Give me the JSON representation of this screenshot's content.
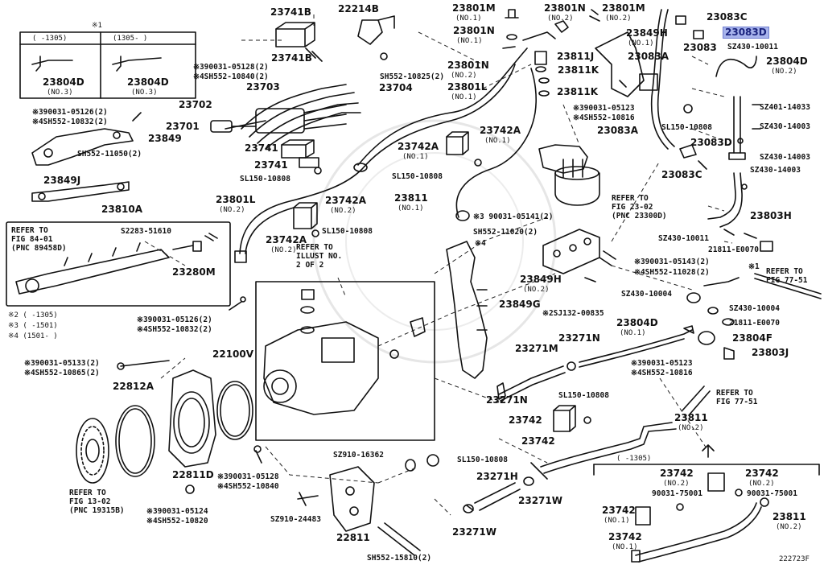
{
  "diagram_id": "222723F",
  "highlighted_part": "23083D",
  "footnote_box": {
    "mark": "※1",
    "col1_header": "(    -1305)",
    "col2_header": "(1305-     )",
    "col1_part": "23804D",
    "col1_note": "(NO.3)",
    "col2_part": "23804D",
    "col2_note": "(NO.3)"
  },
  "notes": {
    "n2": "※2 (    -1305)",
    "n3": "※3 (    -1501)",
    "n4": "※4 (1501-    )"
  },
  "refs": {
    "fig84": [
      "REFER TO",
      "FIG 84-01",
      "(PNC 89458D)"
    ],
    "illust": [
      "REFER TO",
      "ILLUST NO.",
      "2 OF 2"
    ],
    "fig23": [
      "REFER TO",
      "FIG 23-02",
      "(PNC 23300D)"
    ],
    "fig77a": [
      "REFER TO",
      "FIG 77-51"
    ],
    "fig77b": [
      "REFER TO",
      "FIG 77-51"
    ],
    "fig13": [
      "REFER TO",
      "FIG 13-02",
      "(PNC 19315B)"
    ]
  },
  "range_note": "(    -1305)",
  "parts": [
    {
      "id": "p23741B_a",
      "text": "23741B"
    },
    {
      "id": "p22214B",
      "text": "22214B"
    },
    {
      "id": "p23801M_a",
      "text": "23801M"
    },
    {
      "id": "p23801M_a_n",
      "text": "(NO.1)"
    },
    {
      "id": "p23801N_a",
      "text": "23801N"
    },
    {
      "id": "p23801N_a_n",
      "text": "(NO.2)"
    },
    {
      "id": "p23801M_b",
      "text": "23801M"
    },
    {
      "id": "p23801M_b_n",
      "text": "(NO.2)"
    },
    {
      "id": "p23083C_a",
      "text": "23083C"
    },
    {
      "id": "p23083D_a",
      "text": "23083D"
    },
    {
      "id": "p23801N_b",
      "text": "23801N"
    },
    {
      "id": "p23801N_b_n",
      "text": "(NO.1)"
    },
    {
      "id": "p23849H_a",
      "text": "23849H"
    },
    {
      "id": "p23849H_a_n",
      "text": "(NO.1)"
    },
    {
      "id": "p23083",
      "text": "23083"
    },
    {
      "id": "pSZ430_10011a",
      "text": "SZ430-10011"
    },
    {
      "id": "p23741B_b",
      "text": "23741B"
    },
    {
      "id": "p390031_05128a",
      "text": "※390031-05128(2)"
    },
    {
      "id": "p4SH552_10840a",
      "text": "※4SH552-10840(2)"
    },
    {
      "id": "pSH552_10825",
      "text": "SH552-10825(2)"
    },
    {
      "id": "p23801N_c",
      "text": "23801N"
    },
    {
      "id": "p23801N_c_n",
      "text": "(NO.2)"
    },
    {
      "id": "p23811J",
      "text": "23811J"
    },
    {
      "id": "p23083A_a",
      "text": "23083A"
    },
    {
      "id": "p23804D_b",
      "text": "23804D"
    },
    {
      "id": "p23804D_b_n",
      "text": "(NO.2)"
    },
    {
      "id": "p23703",
      "text": "23703"
    },
    {
      "id": "p23704",
      "text": "23704"
    },
    {
      "id": "p23801L_a",
      "text": "23801L"
    },
    {
      "id": "p23801L_a_n",
      "text": "(NO.1)"
    },
    {
      "id": "p23811K_a",
      "text": "23811K"
    },
    {
      "id": "p23811K_b",
      "text": "23811K"
    },
    {
      "id": "pSZ401_14033",
      "text": "SZ401-14033"
    },
    {
      "id": "p23702",
      "text": "23702"
    },
    {
      "id": "p390031_05123a",
      "text": "※390031-05123"
    },
    {
      "id": "p4SH552_10816a",
      "text": "※4SH552-10816"
    },
    {
      "id": "pSZ430_14003a",
      "text": "SZ430-14003"
    },
    {
      "id": "p390031_05126a",
      "text": "※390031-05126(2)"
    },
    {
      "id": "p4SH552_10832a",
      "text": "※4SH552-10832(2)"
    },
    {
      "id": "p23701",
      "text": "23701"
    },
    {
      "id": "p23742A_a",
      "text": "23742A"
    },
    {
      "id": "p23742A_a_n",
      "text": "(NO.1)"
    },
    {
      "id": "pSL150_10808a",
      "text": "SL150-10808"
    },
    {
      "id": "p23083A_b",
      "text": "23083A"
    },
    {
      "id": "p23849",
      "text": "23849"
    },
    {
      "id": "p23741_a",
      "text": "23741"
    },
    {
      "id": "p23742A_b",
      "text": "23742A"
    },
    {
      "id": "p23742A_b_n",
      "text": "(NO.1)"
    },
    {
      "id": "p23083D_b",
      "text": "23083D"
    },
    {
      "id": "pSZ430_14003b",
      "text": "SZ430-14003"
    },
    {
      "id": "pSH552_11050",
      "text": "SH552-11050(2)"
    },
    {
      "id": "p23741_b",
      "text": "23741"
    },
    {
      "id": "pSL150_10808b",
      "text": "SL150-10808"
    },
    {
      "id": "p23083C_b",
      "text": "23083C"
    },
    {
      "id": "pSZ430_14003c",
      "text": "SZ430-14003"
    },
    {
      "id": "p23849J",
      "text": "23849J"
    },
    {
      "id": "pSL150_10808c",
      "text": "SL150-10808"
    },
    {
      "id": "p23801L_b",
      "text": "23801L"
    },
    {
      "id": "p23801L_b_n",
      "text": "(NO.2)"
    },
    {
      "id": "p23742A_c",
      "text": "23742A"
    },
    {
      "id": "p23742A_c_n",
      "text": "(NO.2)"
    },
    {
      "id": "p23811",
      "text": "23811"
    },
    {
      "id": "p23811_n",
      "text": "(NO.1)"
    },
    {
      "id": "p23810A",
      "text": "23810A"
    },
    {
      "id": "pSL150_10808d",
      "text": "SL150-10808"
    },
    {
      "id": "p3_90031_05141",
      "text": "※3   90031-05141(2)"
    },
    {
      "id": "pSH552_11020",
      "text": "SH552-11020(2)"
    },
    {
      "id": "p23803H",
      "text": "23803H"
    },
    {
      "id": "pS2283_51610",
      "text": "S2283-51610"
    },
    {
      "id": "p23742A_d",
      "text": "23742A"
    },
    {
      "id": "p23742A_d_n",
      "text": "(NO.2)"
    },
    {
      "id": "pSZ430_10011b",
      "text": "SZ430-10011"
    },
    {
      "id": "p21811_E0070a",
      "text": "21811-E0070"
    },
    {
      "id": "p4mark",
      "text": "※4"
    },
    {
      "id": "p23280M",
      "text": "23280M"
    },
    {
      "id": "p390031_05143",
      "text": "※390031-05143(2)"
    },
    {
      "id": "p4SH552_11028",
      "text": "※4SH552-11028(2)"
    },
    {
      "id": "pmark1",
      "text": "※1"
    },
    {
      "id": "p23849H_b",
      "text": "23849H"
    },
    {
      "id": "p23849H_b_n",
      "text": "(NO.2)"
    },
    {
      "id": "pSZ430_10004a",
      "text": "SZ430-10004"
    },
    {
      "id": "p23849G",
      "text": "23849G"
    },
    {
      "id": "pSZ430_10004b",
      "text": "SZ430-10004"
    },
    {
      "id": "p2SJ132_00835",
      "text": "※2SJ132-00835"
    },
    {
      "id": "p21811_E0070b",
      "text": "21811-E0070"
    },
    {
      "id": "p390031_05126b",
      "text": "※390031-05126(2)"
    },
    {
      "id": "p4SH552_10832b",
      "text": "※4SH552-10832(2)"
    },
    {
      "id": "p23804D_c",
      "text": "23804D"
    },
    {
      "id": "p23804D_c_n",
      "text": "(NO.1)"
    },
    {
      "id": "p23804F",
      "text": "23804F"
    },
    {
      "id": "p23271M",
      "text": "23271M"
    },
    {
      "id": "p23271N_a",
      "text": "23271N"
    },
    {
      "id": "p23803J",
      "text": "23803J"
    },
    {
      "id": "p390031_05133",
      "text": "※390031-05133(2)"
    },
    {
      "id": "p4SH552_10865",
      "text": "※4SH552-10865(2)"
    },
    {
      "id": "p22100V",
      "text": "22100V"
    },
    {
      "id": "p390031_05123b",
      "text": "※390031-05123"
    },
    {
      "id": "p4SH552_10816b",
      "text": "※4SH552-10816"
    },
    {
      "id": "p23271N_b",
      "text": "23271N"
    },
    {
      "id": "p22812A",
      "text": "22812A"
    },
    {
      "id": "pSL150_10808e",
      "text": "SL150-10808"
    },
    {
      "id": "p23742_a",
      "text": "23742"
    },
    {
      "id": "p23811_b",
      "text": "23811"
    },
    {
      "id": "p23811_b_n",
      "text": "(NO.2)"
    },
    {
      "id": "p23742_b",
      "text": "23742"
    },
    {
      "id": "pSZ910_16362",
      "text": "SZ910-16362"
    },
    {
      "id": "pSL150_10808f",
      "text": "SL150-10808"
    },
    {
      "id": "p22811D",
      "text": "22811D"
    },
    {
      "id": "p390031_05128b",
      "text": "※390031-05128"
    },
    {
      "id": "p4SH552_10840b",
      "text": "※4SH552-10840"
    },
    {
      "id": "p23271H",
      "text": "23271H"
    },
    {
      "id": "p23742_c",
      "text": "23742"
    },
    {
      "id": "p23742_c_n",
      "text": "(NO.2)"
    },
    {
      "id": "p23742_d",
      "text": "23742"
    },
    {
      "id": "p23742_d_n",
      "text": "(NO.2)"
    },
    {
      "id": "p90031_75001a",
      "text": "90031-75001"
    },
    {
      "id": "p90031_75001b",
      "text": "90031-75001"
    },
    {
      "id": "p23271W_a",
      "text": "23271W"
    },
    {
      "id": "p390031_05124",
      "text": "※390031-05124"
    },
    {
      "id": "p4SH552_10820",
      "text": "※4SH552-10820"
    },
    {
      "id": "p23742_e",
      "text": "23742"
    },
    {
      "id": "p23742_e_n",
      "text": "(NO.1)"
    },
    {
      "id": "p23811_c",
      "text": "23811"
    },
    {
      "id": "p23811_c_n",
      "text": "(NO.2)"
    },
    {
      "id": "pSZ910_24483",
      "text": "SZ910-24483"
    },
    {
      "id": "p23271W_b",
      "text": "23271W"
    },
    {
      "id": "p23742_f",
      "text": "23742"
    },
    {
      "id": "p23742_f_n",
      "text": "(NO.1)"
    },
    {
      "id": "p22811",
      "text": "22811"
    },
    {
      "id": "pSH552_15810",
      "text": "SH552-15810(2)"
    }
  ]
}
